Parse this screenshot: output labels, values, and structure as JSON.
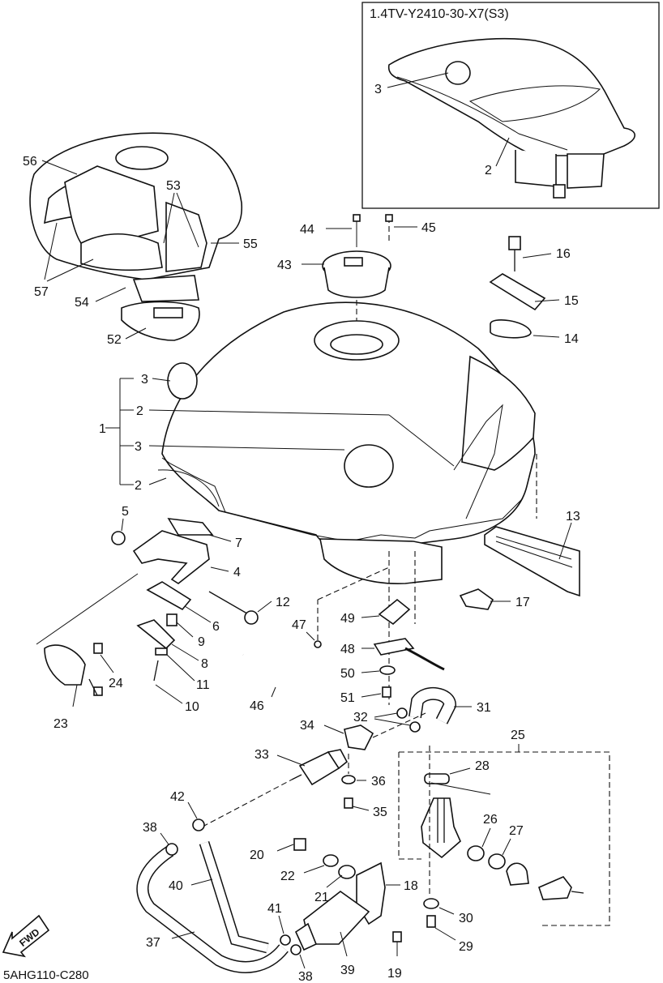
{
  "diagram": {
    "inset_title": "1.4TV-Y2410-30-X7(S3)",
    "figure_code": "5AHG110-C280",
    "fwd_label": "FWD",
    "inset_labels": {
      "a": "3",
      "b": "2"
    },
    "labels": {
      "p1": "1",
      "p2a": "2",
      "p2b": "2",
      "p3a": "3",
      "p3b": "3",
      "p4": "4",
      "p5": "5",
      "p6": "6",
      "p7": "7",
      "p8": "8",
      "p9": "9",
      "p10": "10",
      "p11": "11",
      "p12": "12",
      "p13": "13",
      "p14": "14",
      "p15": "15",
      "p16": "16",
      "p17": "17",
      "p18": "18",
      "p19": "19",
      "p20": "20",
      "p21": "21",
      "p22": "22",
      "p23": "23",
      "p24": "24",
      "p25": "25",
      "p26": "26",
      "p27": "27",
      "p28": "28",
      "p29": "29",
      "p30": "30",
      "p31": "31",
      "p32": "32",
      "p33": "33",
      "p34": "34",
      "p35": "35",
      "p36": "36",
      "p37": "37",
      "p38a": "38",
      "p38b": "38",
      "p39": "39",
      "p40": "40",
      "p41": "41",
      "p42": "42",
      "p43": "43",
      "p44": "44",
      "p45": "45",
      "p46": "46",
      "p47": "47",
      "p48": "48",
      "p49": "49",
      "p50": "50",
      "p51": "51",
      "p52": "52",
      "p53": "53",
      "p54": "54",
      "p55": "55",
      "p56": "56",
      "p57": "57"
    }
  }
}
